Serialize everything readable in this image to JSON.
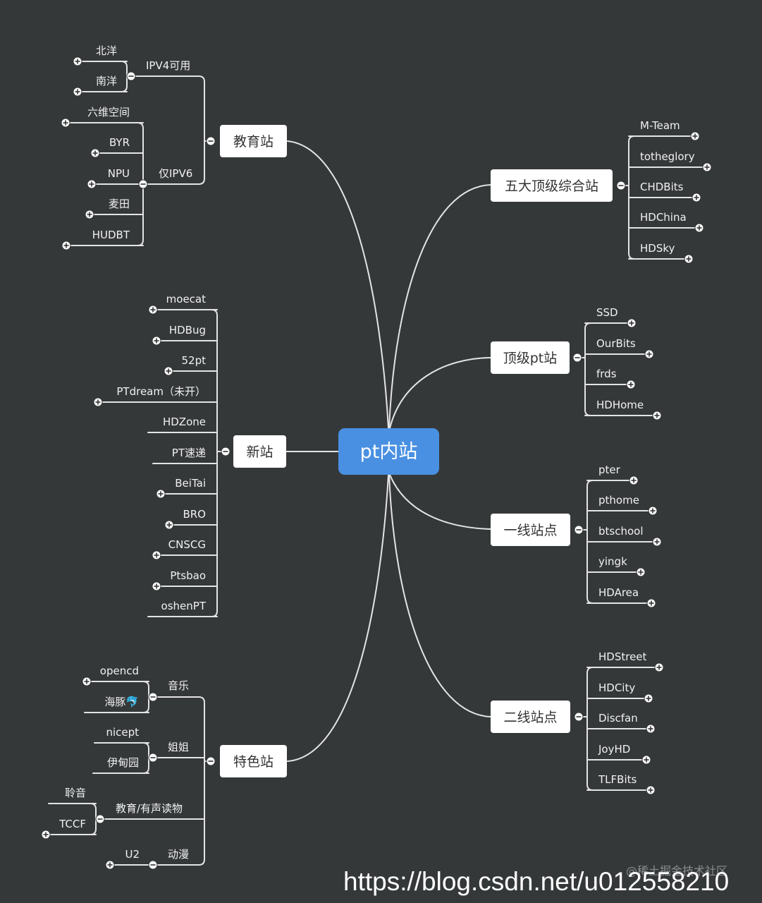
{
  "root": "pt内站",
  "colors": {
    "background": "#353839",
    "root_fill": "#4a90e2",
    "node_fill": "#ffffff",
    "line": "#e4e4e4"
  },
  "branches": {
    "edu": {
      "label": "教育站",
      "groups": [
        {
          "label": "IPV4可用",
          "items": [
            "北洋",
            "南洋"
          ]
        },
        {
          "label": "仅IPV6",
          "items": [
            "六维空间",
            "BYR",
            "NPU",
            "麦田",
            "HUDBT"
          ]
        }
      ]
    },
    "new": {
      "label": "新站",
      "items": [
        "moecat",
        "HDBug",
        "52pt",
        "PTdream（未开）",
        "HDZone",
        "PT速递",
        "BeiTai",
        "BRO",
        "CNSCG",
        "Ptsbao",
        "oshenPT"
      ]
    },
    "special": {
      "label": "特色站",
      "groups": [
        {
          "label": "音乐",
          "items": [
            "opencd",
            "海豚🐬"
          ]
        },
        {
          "label": "姐姐",
          "items": [
            "nicept",
            "伊甸园"
          ]
        },
        {
          "label": "教育/有声读物",
          "items": [
            "聆音",
            "TCCF"
          ]
        },
        {
          "label": "动漫",
          "items": [
            "U2"
          ]
        }
      ]
    },
    "top5": {
      "label": "五大顶级综合站",
      "items": [
        "M-Team",
        "totheglory",
        "CHDBits",
        "HDChina",
        "HDSky"
      ]
    },
    "toppt": {
      "label": "顶级pt站",
      "items": [
        "SSD",
        "OurBits",
        "frds",
        "HDHome"
      ]
    },
    "tier1": {
      "label": "一线站点",
      "items": [
        "pter",
        "pthome",
        "btschool",
        "yingk",
        "HDArea"
      ]
    },
    "tier2": {
      "label": "二线站点",
      "items": [
        "HDStreet",
        "HDCity",
        "Discfan",
        "JoyHD",
        "TLFBits"
      ]
    }
  },
  "watermark": {
    "source": "@稀土掘金技术社区",
    "url": "https://blog.csdn.net/u012558210"
  }
}
